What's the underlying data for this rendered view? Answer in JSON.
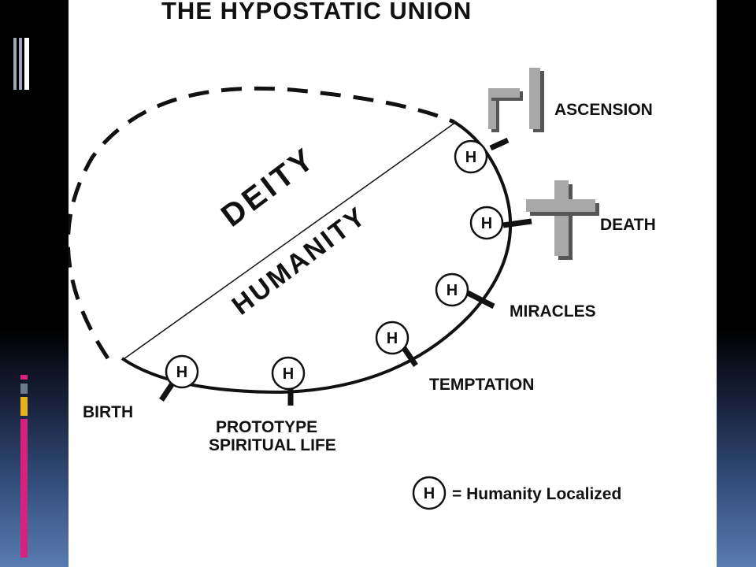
{
  "title": "THE HYPOSTATIC UNION",
  "regions": {
    "deity": "DEITY",
    "humanity": "HUMANITY"
  },
  "marker_symbol": "H",
  "events": {
    "birth": "BIRTH",
    "prototype_line1": "PROTOTYPE",
    "prototype_line2": "SPIRITUAL LIFE",
    "temptation": "TEMPTATION",
    "miracles": "MIRACLES",
    "death": "DEATH",
    "ascension": "ASCENSION"
  },
  "legend": {
    "symbol": "H",
    "text": "= Humanity Localized"
  },
  "icons": {
    "death": "cross-icon",
    "ascension": "ascension-glyph-icon"
  },
  "colors": {
    "slide_bg": "#ffffff",
    "ink": "#111111",
    "glyph_fill": "#a8a8a8",
    "glyph_shadow": "#555555",
    "accent_magenta": "#d6217e",
    "accent_gold": "#e6b31e",
    "accent_slate": "#6b7a8c",
    "accent_blue": "#9aa7b8"
  }
}
